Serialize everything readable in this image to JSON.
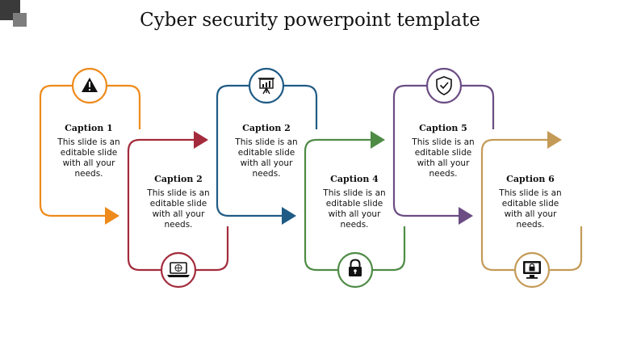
{
  "title": "Cyber security powerpoint template",
  "steps": [
    {
      "caption": "Caption 1",
      "text": "This slide is an editable slide with all your needs.",
      "color": "#ee8a1b",
      "icon": "warning-icon"
    },
    {
      "caption": "Caption 2",
      "text": "This slide is an editable slide with all your needs.",
      "color": "#a32b3b",
      "icon": "laptop-globe-icon"
    },
    {
      "caption": "Caption 2",
      "text": "This slide is an editable slide with all your needs.",
      "color": "#1f5b85",
      "icon": "presentation-chart-icon"
    },
    {
      "caption": "Caption 4",
      "text": "This slide is an editable slide with all your needs.",
      "color": "#4e8b45",
      "icon": "padlock-icon"
    },
    {
      "caption": "Caption 5",
      "text": "This slide is an editable slide with all your needs.",
      "color": "#6b4d83",
      "icon": "shield-check-icon"
    },
    {
      "caption": "Caption 6",
      "text": "This slide is an editable slide with all your needs.",
      "color": "#c49a57",
      "icon": "monitor-lock-icon"
    }
  ]
}
